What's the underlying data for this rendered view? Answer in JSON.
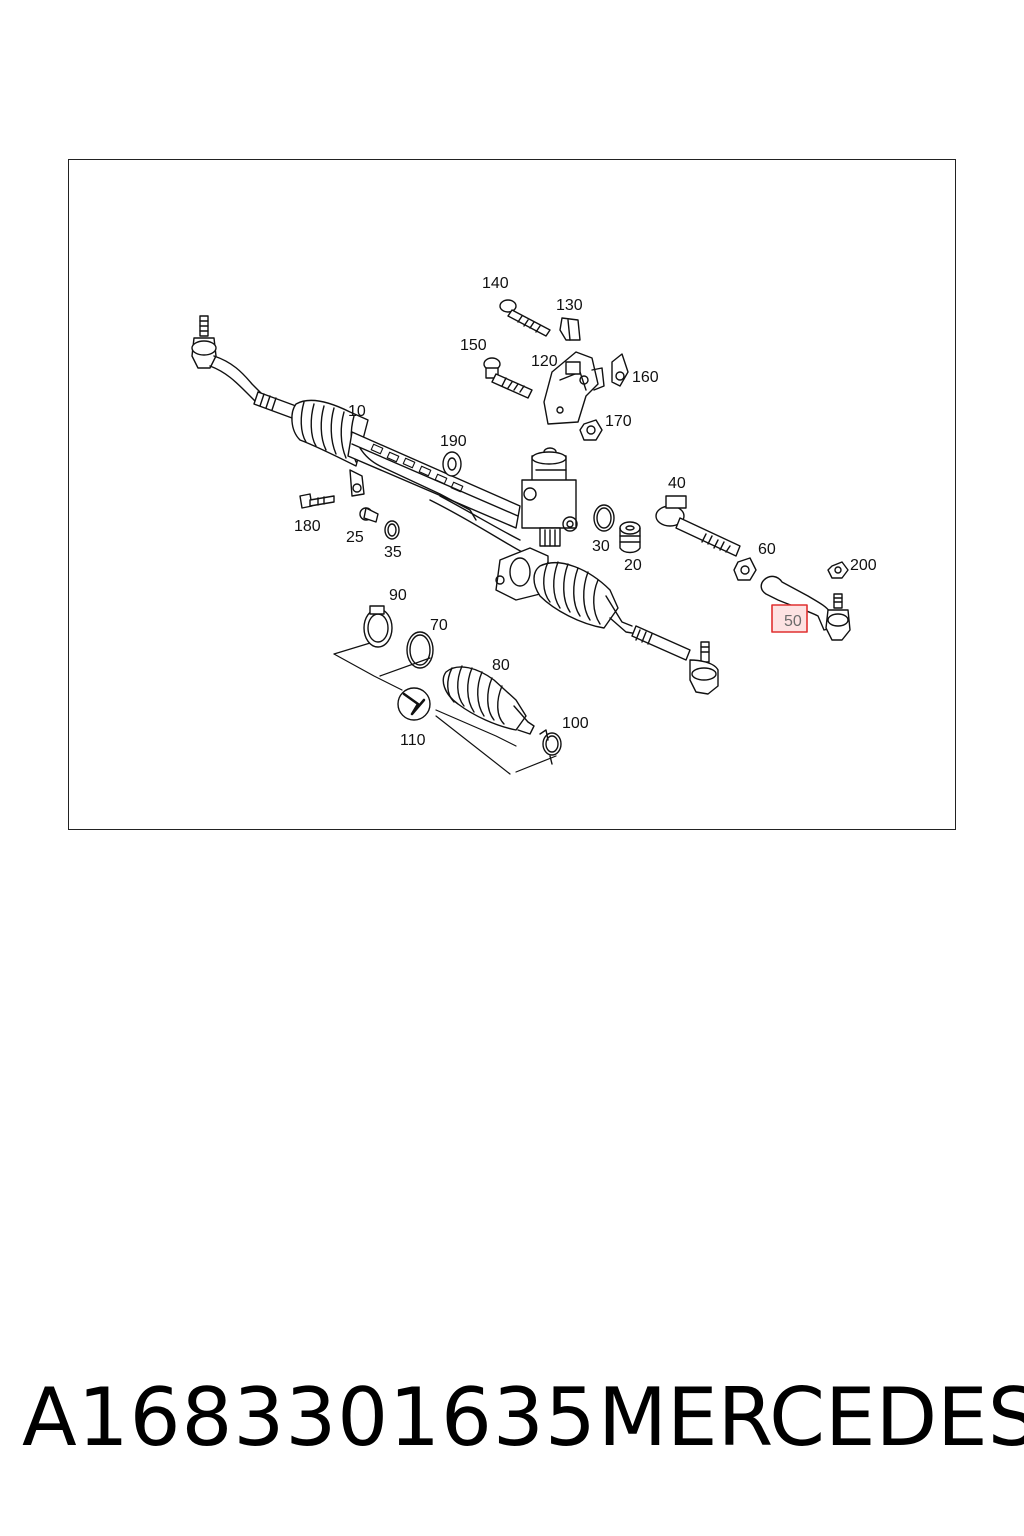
{
  "diagram": {
    "callouts": [
      {
        "id": "c140",
        "text": "140"
      },
      {
        "id": "c130",
        "text": "130"
      },
      {
        "id": "c150",
        "text": "150"
      },
      {
        "id": "c120",
        "text": "120"
      },
      {
        "id": "c160",
        "text": "160"
      },
      {
        "id": "c10",
        "text": "10"
      },
      {
        "id": "c170",
        "text": "170"
      },
      {
        "id": "c190",
        "text": "190"
      },
      {
        "id": "c40",
        "text": "40"
      },
      {
        "id": "c180",
        "text": "180"
      },
      {
        "id": "c25",
        "text": "25"
      },
      {
        "id": "c35",
        "text": "35"
      },
      {
        "id": "c30",
        "text": "30"
      },
      {
        "id": "c20",
        "text": "20"
      },
      {
        "id": "c60",
        "text": "60"
      },
      {
        "id": "c200",
        "text": "200"
      },
      {
        "id": "c90",
        "text": "90"
      },
      {
        "id": "c70",
        "text": "70"
      },
      {
        "id": "c50",
        "text": "50"
      },
      {
        "id": "c80",
        "text": "80"
      },
      {
        "id": "c100",
        "text": "100"
      },
      {
        "id": "c110",
        "text": "110"
      }
    ],
    "highlighted_callout": "50",
    "highlight_color": "#e03030"
  },
  "footer": {
    "part_number": "A1683301635",
    "brand": "MERCEDES"
  }
}
